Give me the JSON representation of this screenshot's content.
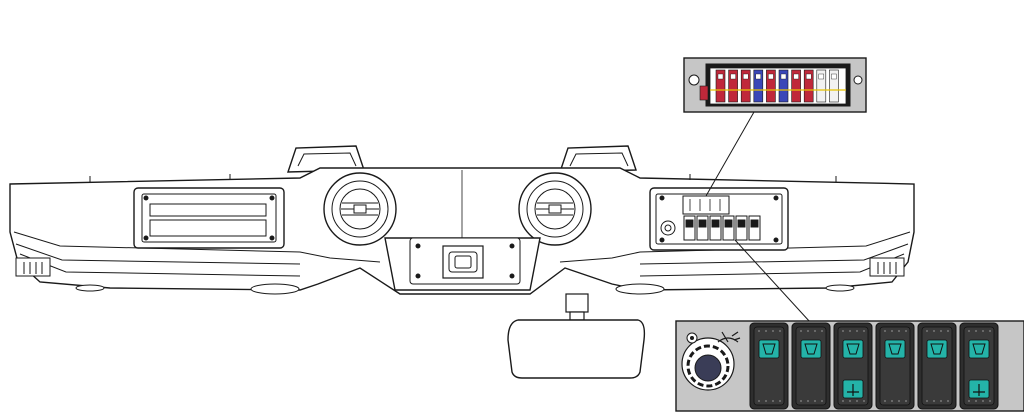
{
  "diagram": {
    "subject": "overhead-console",
    "callouts": [
      {
        "name": "fuse-panel-detail"
      },
      {
        "name": "switch-panel-detail"
      }
    ],
    "fuse_colors": [
      "#c0283a",
      "#c0283a",
      "#c0283a",
      "#3a47b8",
      "#c0283a",
      "#3a47b8",
      "#c0283a",
      "#c0283a",
      "#f2f2f2",
      "#f2f2f2"
    ],
    "rocker_count": 6,
    "colors": {
      "line": "#1a1a1a",
      "detail_bg": "#c6c6c6",
      "switch_body": "#2e2e2e",
      "switch_accent": "#24b3a8",
      "fuse_red": "#c0283a",
      "fuse_blue": "#3a47b8",
      "fuse_white": "#f2f2f2"
    }
  }
}
